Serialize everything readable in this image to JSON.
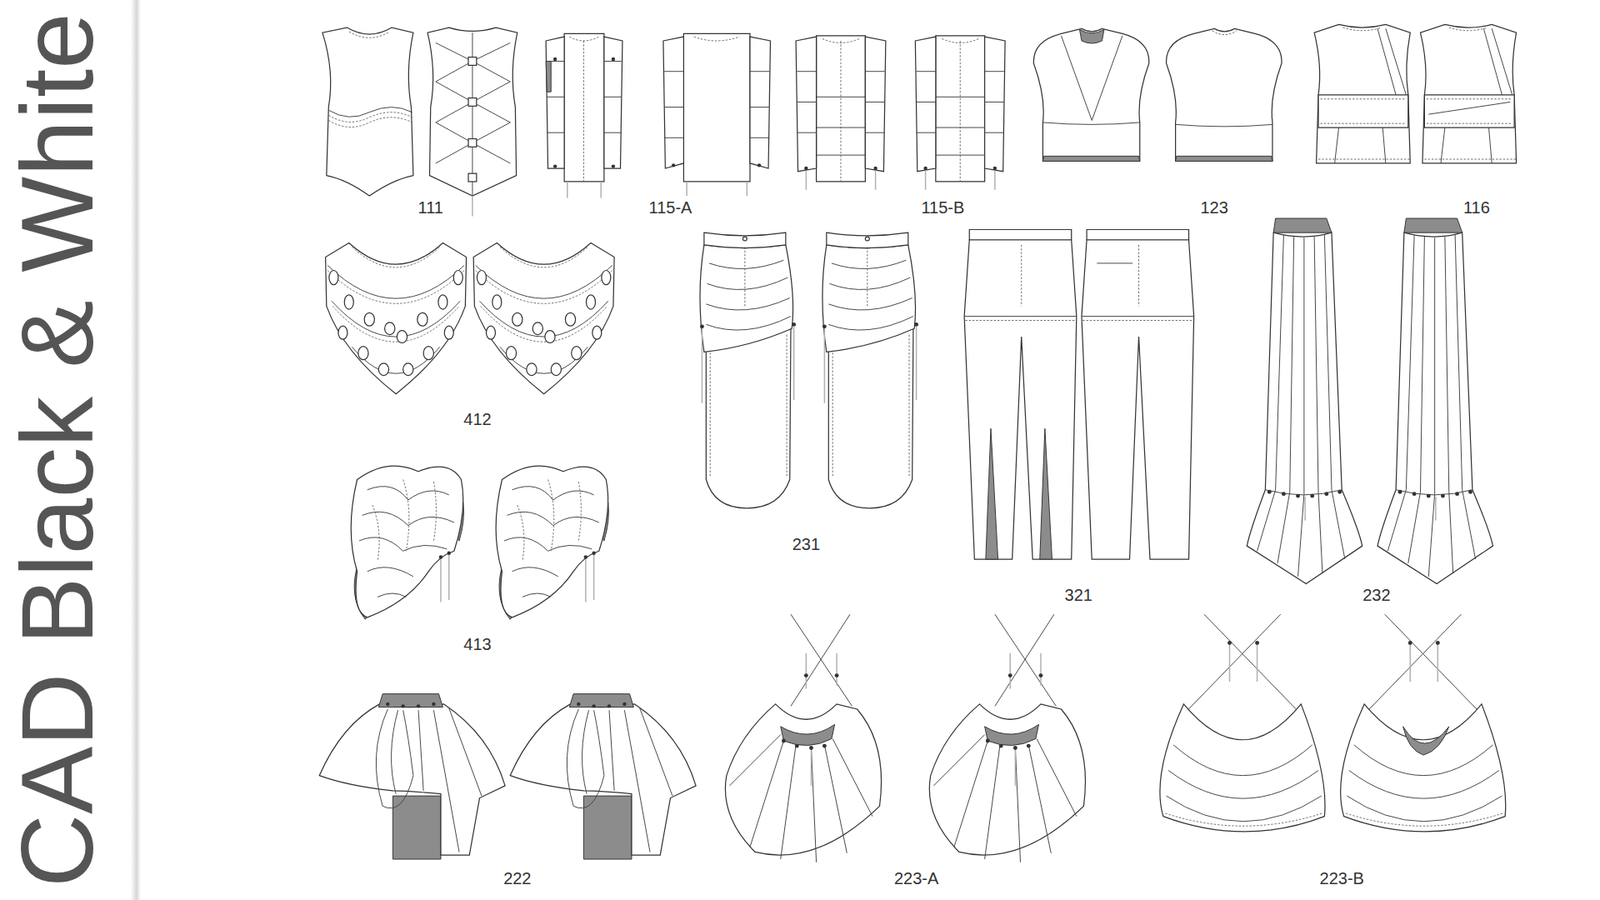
{
  "diagram": {
    "title": "CAD Black & White",
    "labels": [
      "111",
      "115-A",
      "115-B",
      "123",
      "116",
      "412",
      "231",
      "321",
      "232",
      "413",
      "222",
      "223-A",
      "223-B"
    ]
  }
}
